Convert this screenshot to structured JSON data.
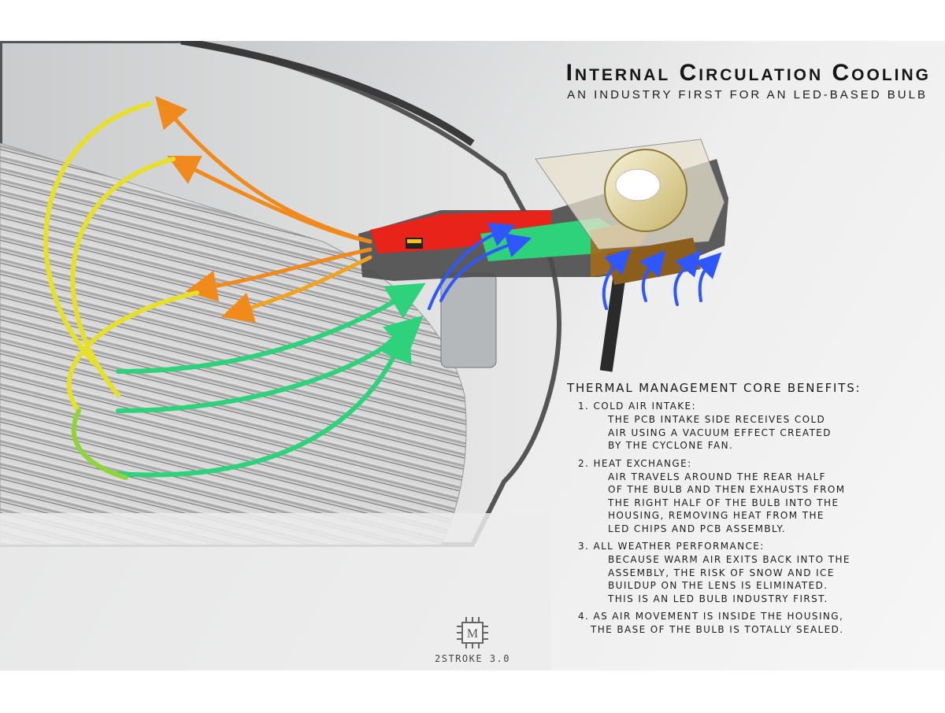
{
  "title": "Internal Circulation Cooling",
  "subtitle": "an industry first for an LED-based bulb",
  "benefits": {
    "heading": "Thermal Management Core Benefits:",
    "items": [
      {
        "title": "1. Cold Air Intake:",
        "lines": [
          "The PCB intake side receives cold",
          "air using a vacuum effect created",
          "by the cyclone fan."
        ]
      },
      {
        "title": "2. Heat Exchange:",
        "lines": [
          "Air travels around the rear half",
          "of the bulb and then exhausts from",
          "the right half of the bulb into the",
          "housing, removing heat from the",
          "LED chips and PCB assembly."
        ]
      },
      {
        "title": "3. All Weather Performance:",
        "lines": [
          "Because warm air exits back into the",
          "assembly, the risk of snow and ice",
          "buildup on the lens is eliminated.",
          "This is an LED bulb industry first."
        ]
      },
      {
        "title": "",
        "lines": [
          "4. As air movement is inside the housing,",
          "the base of the bulb is totally sealed."
        ]
      }
    ]
  },
  "logo": {
    "letter": "M",
    "caption": "2STROKE 3.0"
  },
  "colors": {
    "hot_red": "#e8231a",
    "cool_green": "#2ed27a",
    "cold_blue": "#2f57ff",
    "warm_orange": "#f08a1c",
    "warm_yellow": "#e6e02a"
  }
}
